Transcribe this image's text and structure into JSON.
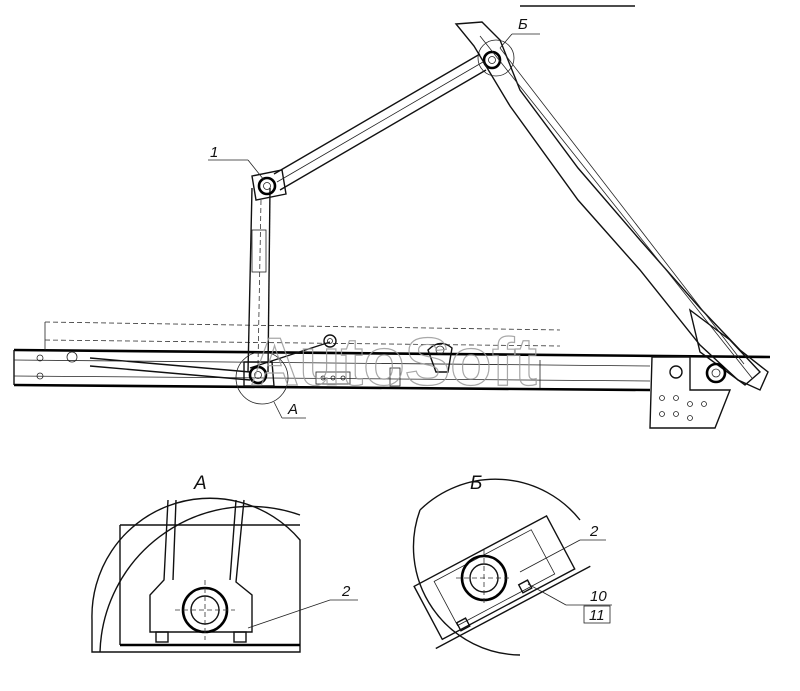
{
  "watermark": "AutoSoft",
  "callouts": {
    "part_1": "1",
    "part_2_view_a": "2",
    "part_2_view_b": "2",
    "part_10": "10",
    "part_11": "11"
  },
  "views": {
    "view_a_main": "А",
    "view_b_main": "Б",
    "view_a_detail_title": "А",
    "view_b_detail_title": "Б"
  }
}
